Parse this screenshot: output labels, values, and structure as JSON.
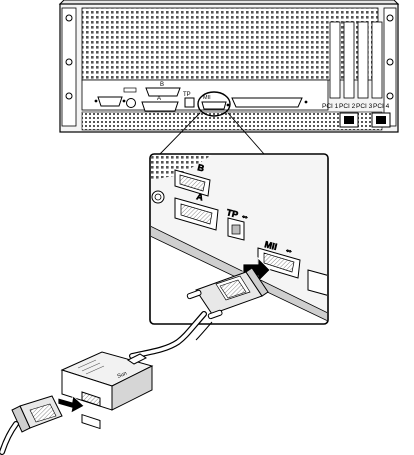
{
  "labels": {
    "port_b": "B",
    "port_a": "A",
    "port_tp": "TP",
    "port_mii": "MII",
    "pci_slots": [
      "PCI 1",
      "PCI 2",
      "PCI 3",
      "PCI 4"
    ],
    "inset_b": "B",
    "inset_a": "A",
    "inset_tp": "TP",
    "inset_mii": "MII",
    "transceiver_brand": "Sun"
  },
  "colors": {
    "line": "#000000",
    "background": "#ffffff",
    "chassis_panel": "#f2f2f2",
    "perforation": "#555555",
    "shading": "#bdbdbd"
  }
}
